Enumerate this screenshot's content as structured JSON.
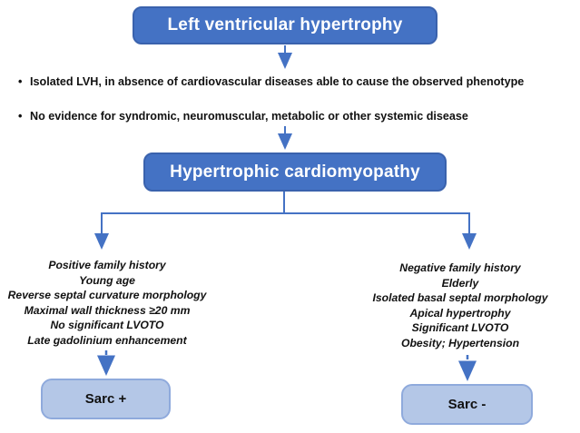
{
  "title_box": {
    "label": "Left ventricular hypertrophy"
  },
  "criteria": {
    "bullet_glyph": "•",
    "bullets": [
      "Isolated LVH, in absence of cardiovascular diseases able to cause the observed phenotype",
      "No evidence for syndromic, neuromuscular, metabolic or other systemic disease"
    ]
  },
  "diagnosis_box": {
    "label": "Hypertrophic cardiomyopathy"
  },
  "branches": {
    "sarc_positive": {
      "lines": [
        "Positive family history",
        "Young age",
        "Reverse septal curvature morphology",
        "Maximal wall thickness ≥20 mm",
        "No significant LVOTO",
        "Late gadolinium enhancement"
      ],
      "result_label": "Sarc +"
    },
    "sarc_negative": {
      "lines": [
        "Negative family history",
        "Elderly",
        "Isolated basal septal morphology",
        "Apical hypertrophy",
        "Significant LVOTO",
        "Obesity; Hypertension"
      ],
      "result_label": "Sarc -"
    }
  },
  "colors": {
    "node_fill": "#4472c4",
    "node_border": "#3a62ad",
    "arrow": "#4472c4",
    "result_fill": "#b4c7e7",
    "result_border": "#8faadc",
    "text": "#111111"
  }
}
